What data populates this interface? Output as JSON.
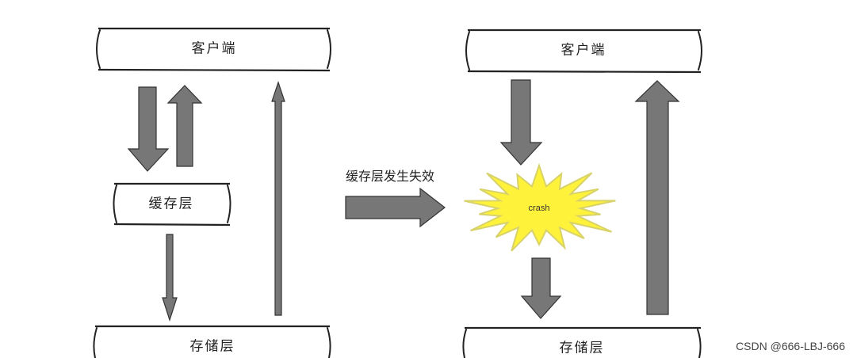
{
  "left_panel": {
    "client_label": "客户端",
    "cache_label": "缓存层",
    "storage_label": "存储层"
  },
  "transition": {
    "label": "缓存层发生失效"
  },
  "right_panel": {
    "client_label": "客户端",
    "crash_label": "crash",
    "storage_label": "存储层"
  },
  "watermark": "CSDN @666-LBJ-666",
  "colors": {
    "arrow_fill": "#777777",
    "arrow_stroke": "#333333",
    "crash_fill": "#fff23a",
    "crash_stroke": "#d8d26a"
  }
}
